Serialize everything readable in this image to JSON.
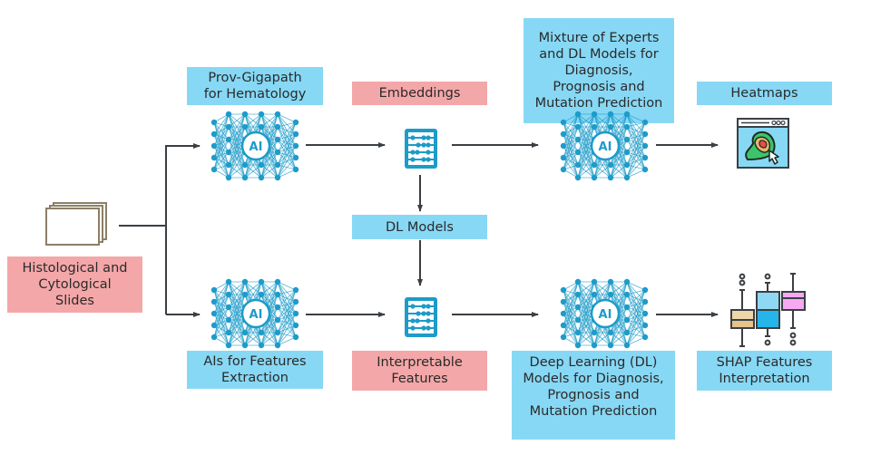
{
  "title": "AI pipeline for histological and cytological slide analysis",
  "colors": {
    "blue_box": "#87d8f5",
    "pink_box": "#f4a7a8",
    "network": "#1d9bc9",
    "arrow": "#3a3f44"
  },
  "nodes": {
    "slides": {
      "label": "Histological and\nCytological\nSlides",
      "icon": "stacked-slides-icon"
    },
    "prov_gigapath": {
      "label": "Prov-Gigapath\nfor Hematology",
      "icon": "neural-network-icon",
      "badge": "AI"
    },
    "ais_features": {
      "label": "AIs for Features\nExtraction",
      "icon": "neural-network-icon",
      "badge": "AI"
    },
    "embeddings": {
      "label": "Embeddings",
      "icon": "abacus-icon"
    },
    "dl_models": {
      "label": "DL Models"
    },
    "interpretable": {
      "label": "Interpretable\nFeatures",
      "icon": "abacus-icon"
    },
    "moe": {
      "label": "Mixture of Experts\nand DL Models for\nDiagnosis,\nPrognosis and\nMutation Prediction",
      "icon": "neural-network-icon",
      "badge": "AI"
    },
    "deep_learning": {
      "label": "Deep Learning (DL)\nModels for Diagnosis,\nPrognosis and\nMutation Prediction",
      "icon": "neural-network-icon",
      "badge": "AI"
    },
    "heatmaps": {
      "label": "Heatmaps",
      "icon": "heatmap-window-icon"
    },
    "shap": {
      "label": "SHAP Features\nInterpretation",
      "icon": "boxplot-icon"
    }
  },
  "edges": [
    [
      "slides",
      "prov_gigapath"
    ],
    [
      "slides",
      "ais_features"
    ],
    [
      "prov_gigapath",
      "embeddings"
    ],
    [
      "embeddings",
      "moe"
    ],
    [
      "moe",
      "heatmaps"
    ],
    [
      "embeddings",
      "dl_models"
    ],
    [
      "dl_models",
      "interpretable"
    ],
    [
      "ais_features",
      "interpretable"
    ],
    [
      "interpretable",
      "deep_learning"
    ],
    [
      "deep_learning",
      "shap"
    ]
  ]
}
